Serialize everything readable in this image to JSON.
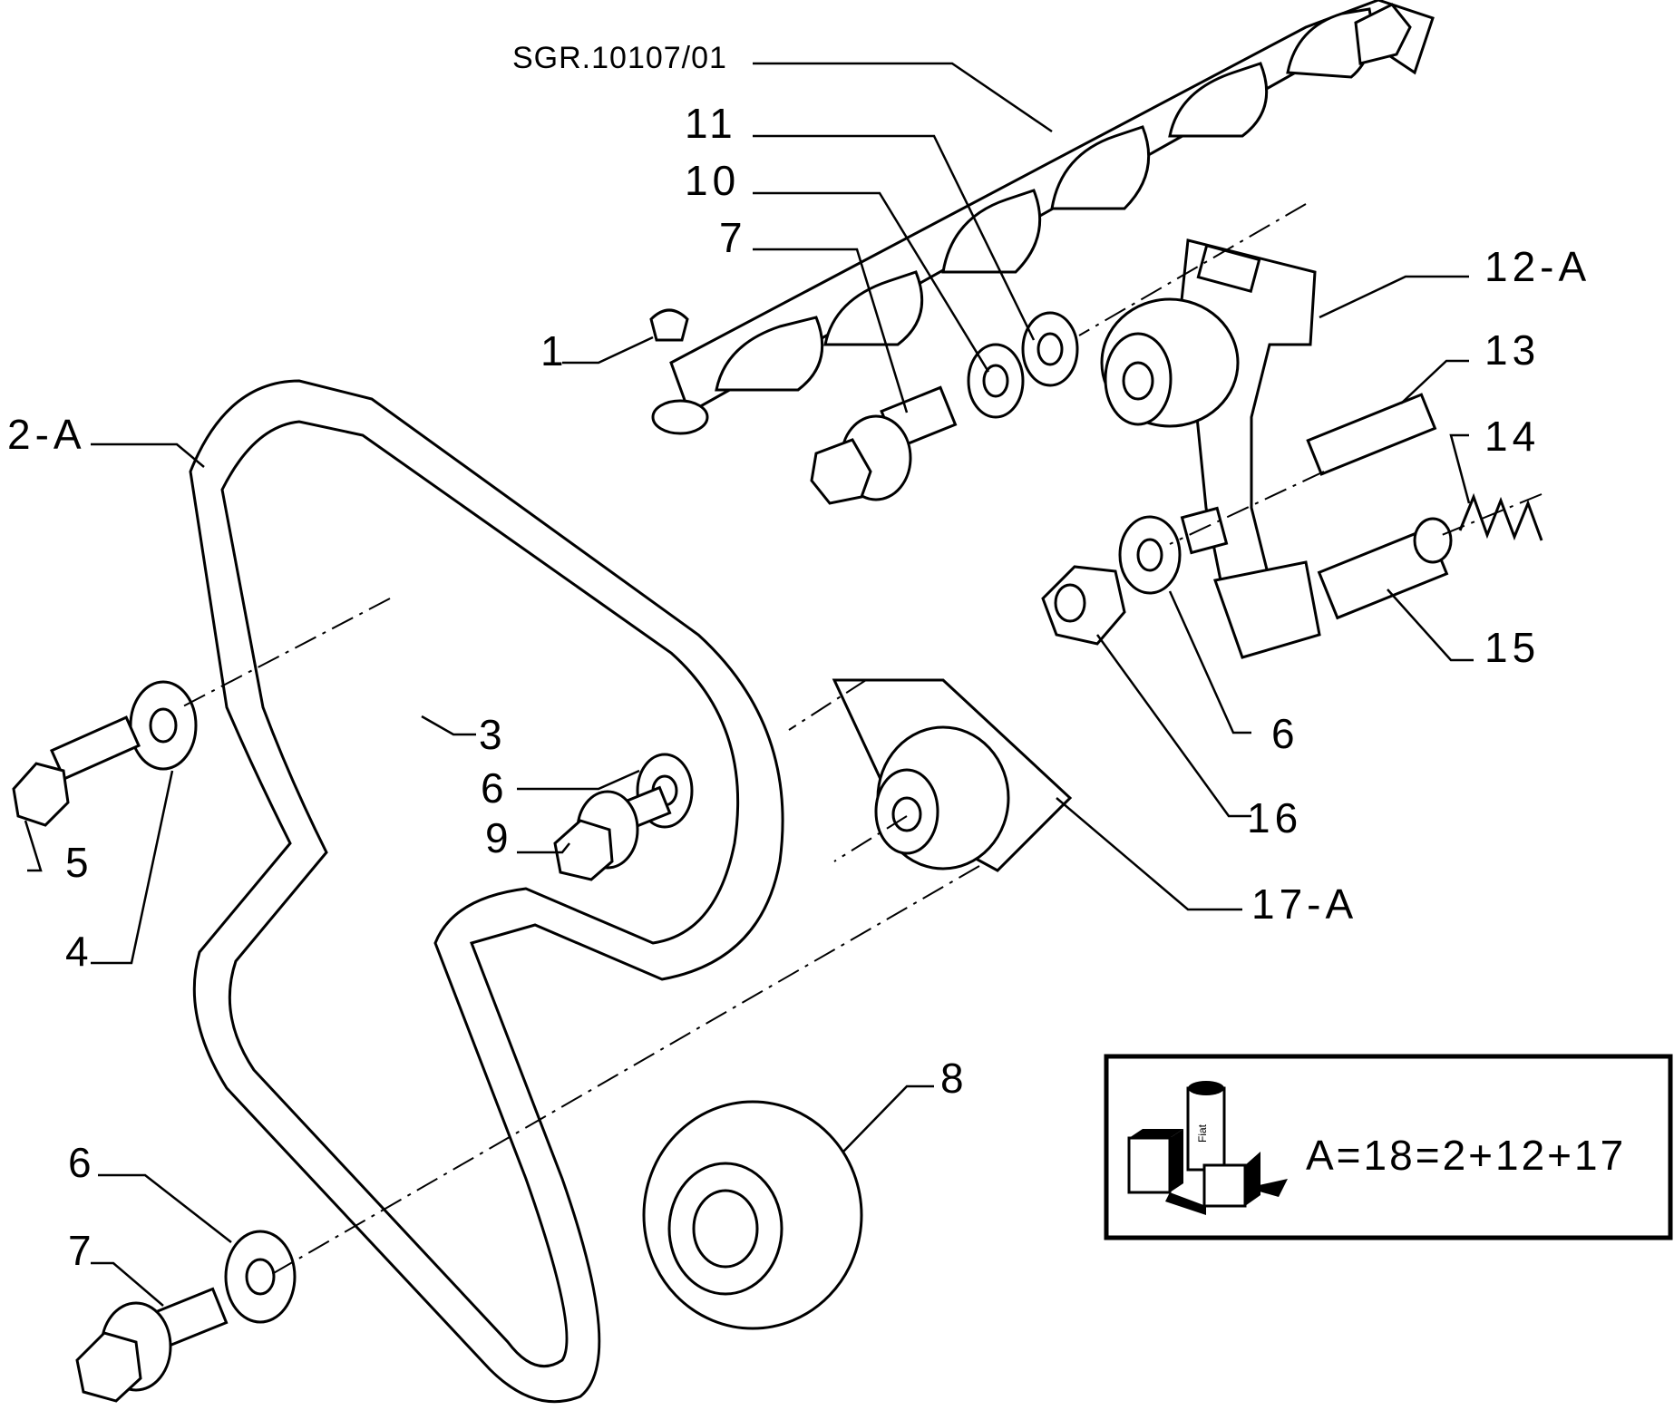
{
  "drawing_code": "SGR.10107/01",
  "callouts": {
    "c1": "1",
    "c2": "2-A",
    "c3": "3",
    "c4": "4",
    "c5": "5",
    "c6a": "6",
    "c6b": "6",
    "c6c": "6",
    "c7a": "7",
    "c7b": "7",
    "c8": "8",
    "c9": "9",
    "c10": "10",
    "c11": "11",
    "c12": "12-A",
    "c13": "13",
    "c14": "14",
    "c15": "15",
    "c16": "16",
    "c17": "17-A"
  },
  "kit_box": {
    "formula": "A=18=2+12+17",
    "logo_text": "Fiat",
    "icon": "parts-kit-icon"
  }
}
